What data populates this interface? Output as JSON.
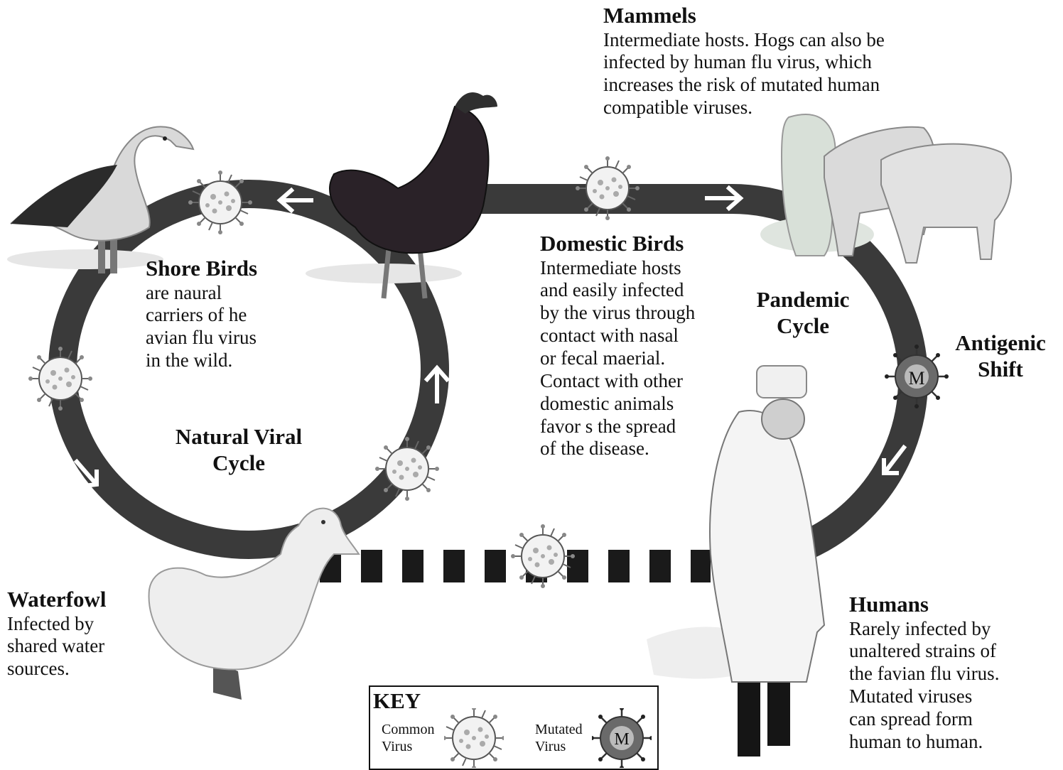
{
  "colors": {
    "track": "#3a3a3a",
    "arrow": "#ffffff",
    "text": "#111111",
    "animal_dark": "#2a2228",
    "animal_light": "#eeeeee",
    "pig": "#dddddd"
  },
  "labels": {
    "mammels_title": "Mammels",
    "mammels_lines": [
      "Intermediate hosts. Hogs can also be",
      "infected by human flu virus, which",
      "increases the risk of mutated human",
      "compatible viruses."
    ],
    "shore_title": "Shore Birds",
    "shore_lines": [
      "are naural",
      "carriers of he",
      "avian flu virus",
      "in the wild."
    ],
    "domestic_title": "Domestic Birds",
    "domestic_lines": [
      "Intermediate hosts",
      "and easily infected",
      "by the virus through",
      "contact with nasal",
      "or fecal maerial.",
      "Contact with other",
      "domestic animals",
      "favor s the spread",
      "of the disease."
    ],
    "pandemic_lines": [
      "Pandemic",
      "Cycle"
    ],
    "antigenic_lines": [
      "Antigenic",
      "Shift"
    ],
    "natural_lines": [
      "Natural Viral",
      "Cycle"
    ],
    "waterfowl_title": "Waterfowl",
    "waterfowl_lines": [
      "Infected by",
      "shared water",
      "sources."
    ],
    "humans_title": "Humans",
    "humans_lines": [
      "Rarely infected by",
      "unaltered strains of",
      "the favian flu virus.",
      "Mutated viruses",
      "can spread form",
      "human to human."
    ]
  },
  "key": {
    "title": "KEY",
    "common_lines": [
      "Common",
      "Virus"
    ],
    "mutated_lines": [
      "Mutated",
      "Virus"
    ],
    "mutated_mark": "M"
  }
}
